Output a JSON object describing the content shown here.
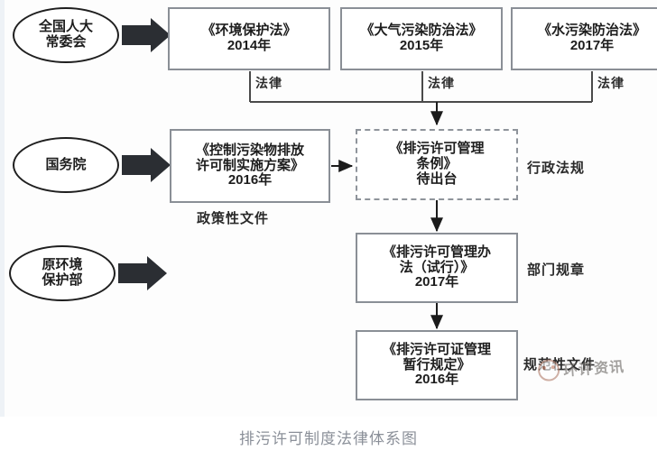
{
  "caption": "排污许可制度法律体系图",
  "watermark": {
    "text": "环评资讯",
    "logo": "panda-circle-logo-icon"
  },
  "actors": [
    {
      "id": "npc-standing-committee",
      "lines": [
        "全国人大",
        "常委会"
      ]
    },
    {
      "id": "state-council",
      "lines": [
        "国务院"
      ]
    },
    {
      "id": "former-ministry-environmental-protection",
      "lines": [
        "原环境",
        "保护部"
      ]
    }
  ],
  "laws": [
    {
      "id": "environmental-protection-law",
      "title": "《环境保护法》",
      "year": "2014年",
      "edge_label": "法律"
    },
    {
      "id": "air-pollution-prevention-law",
      "title": "《大气污染防治法》",
      "year": "2015年",
      "edge_label": "法律"
    },
    {
      "id": "water-pollution-prevention-law",
      "title": "《水污染防治法》",
      "year": "2017年",
      "edge_label": "法律"
    }
  ],
  "documents": [
    {
      "id": "pollutant-discharge-permit-implementation-plan",
      "lines": [
        "《控制污染物排放",
        "许可制实施方案》"
      ],
      "year": "2016年",
      "side_label": "",
      "under_label": "政策性文件",
      "dashed": false
    },
    {
      "id": "discharge-permit-management-regulations",
      "lines": [
        "《排污许可管理",
        "条例》",
        "待出台"
      ],
      "year": "",
      "side_label": "行政法规",
      "under_label": "",
      "dashed": true
    },
    {
      "id": "discharge-permit-management-measures-trial",
      "lines": [
        "《排污许可管理办",
        "法（试行）》"
      ],
      "year": "2017年",
      "side_label": "部门规章",
      "under_label": "",
      "dashed": false
    },
    {
      "id": "discharge-permit-interim-provisions",
      "lines": [
        "《排污许可证管理",
        "暂行规定》"
      ],
      "year": "2016年",
      "side_label": "规范性文件",
      "under_label": "",
      "dashed": false
    }
  ]
}
